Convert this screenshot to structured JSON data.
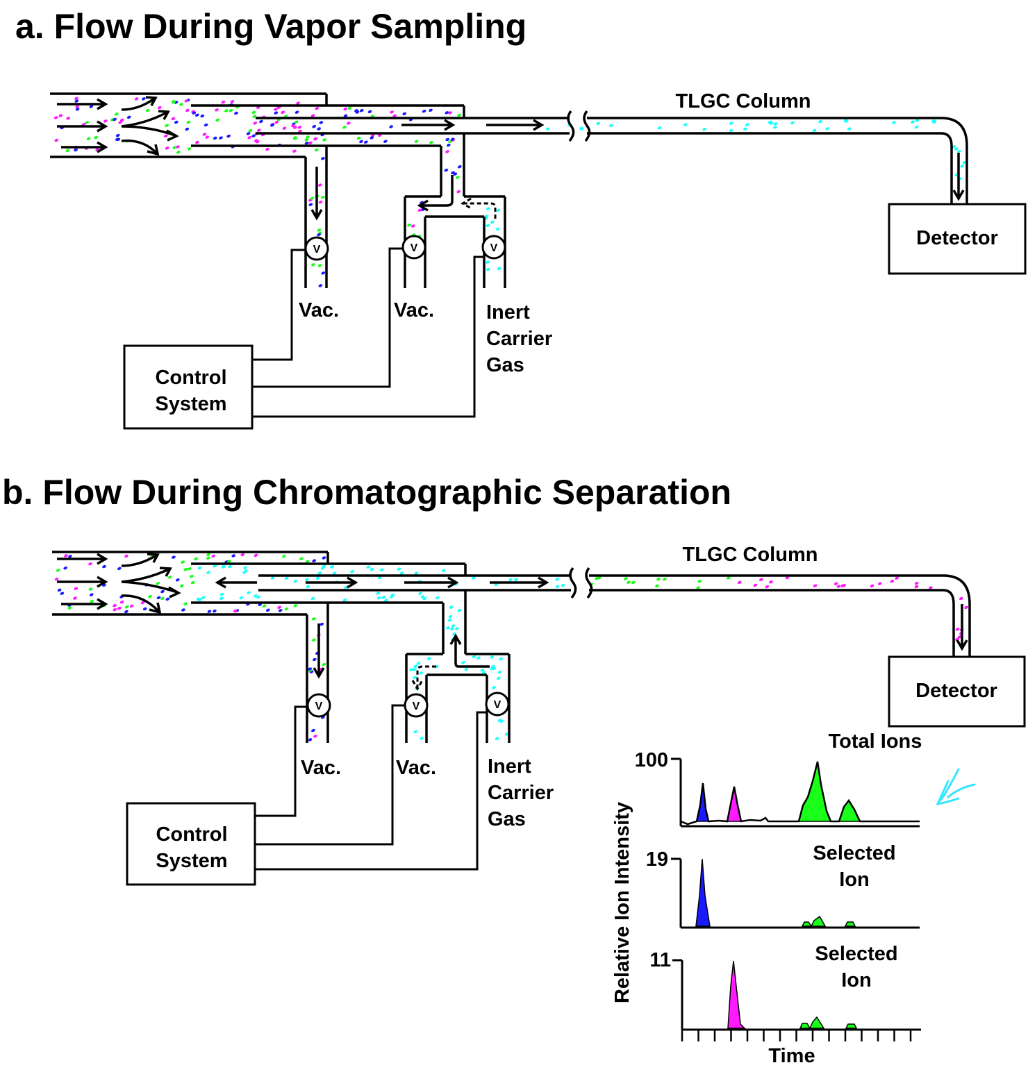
{
  "panel_a": {
    "title": "a.  Flow During Vapor Sampling",
    "column_label": "TLGC Column",
    "detector_label": "Detector",
    "control_label_line1": "Control",
    "control_label_line2": "System",
    "vac1_label": "Vac.",
    "vac2_label": "Vac.",
    "carrier_line1": "Inert",
    "carrier_line2": "Carrier",
    "carrier_line3": "Gas",
    "valve_letter": "V"
  },
  "panel_b": {
    "title": "b.  Flow During Chromatographic Separation",
    "column_label": "TLGC Column",
    "detector_label": "Detector",
    "control_label_line1": "Control",
    "control_label_line2": "System",
    "vac1_label": "Vac.",
    "vac2_label": "Vac.",
    "carrier_line1": "Inert",
    "carrier_line2": "Carrier",
    "carrier_line3": "Gas",
    "valve_letter": "V"
  },
  "chromatogram": {
    "y_axis_label": "Relative Ion Intensity",
    "x_axis_label": "Time",
    "traces": [
      {
        "scale_label": "100",
        "title_line1": "Total Ions",
        "title_line2": ""
      },
      {
        "scale_label": "19",
        "title_line1": "Selected",
        "title_line2": "Ion"
      },
      {
        "scale_label": "11",
        "title_line1": "Selected",
        "title_line2": "Ion"
      }
    ]
  },
  "colors": {
    "blue": "#1a1aff",
    "magenta": "#ff1aff",
    "green": "#1aff1a",
    "cyan": "#1affff",
    "annotation_arrow": "#33e6ff"
  }
}
